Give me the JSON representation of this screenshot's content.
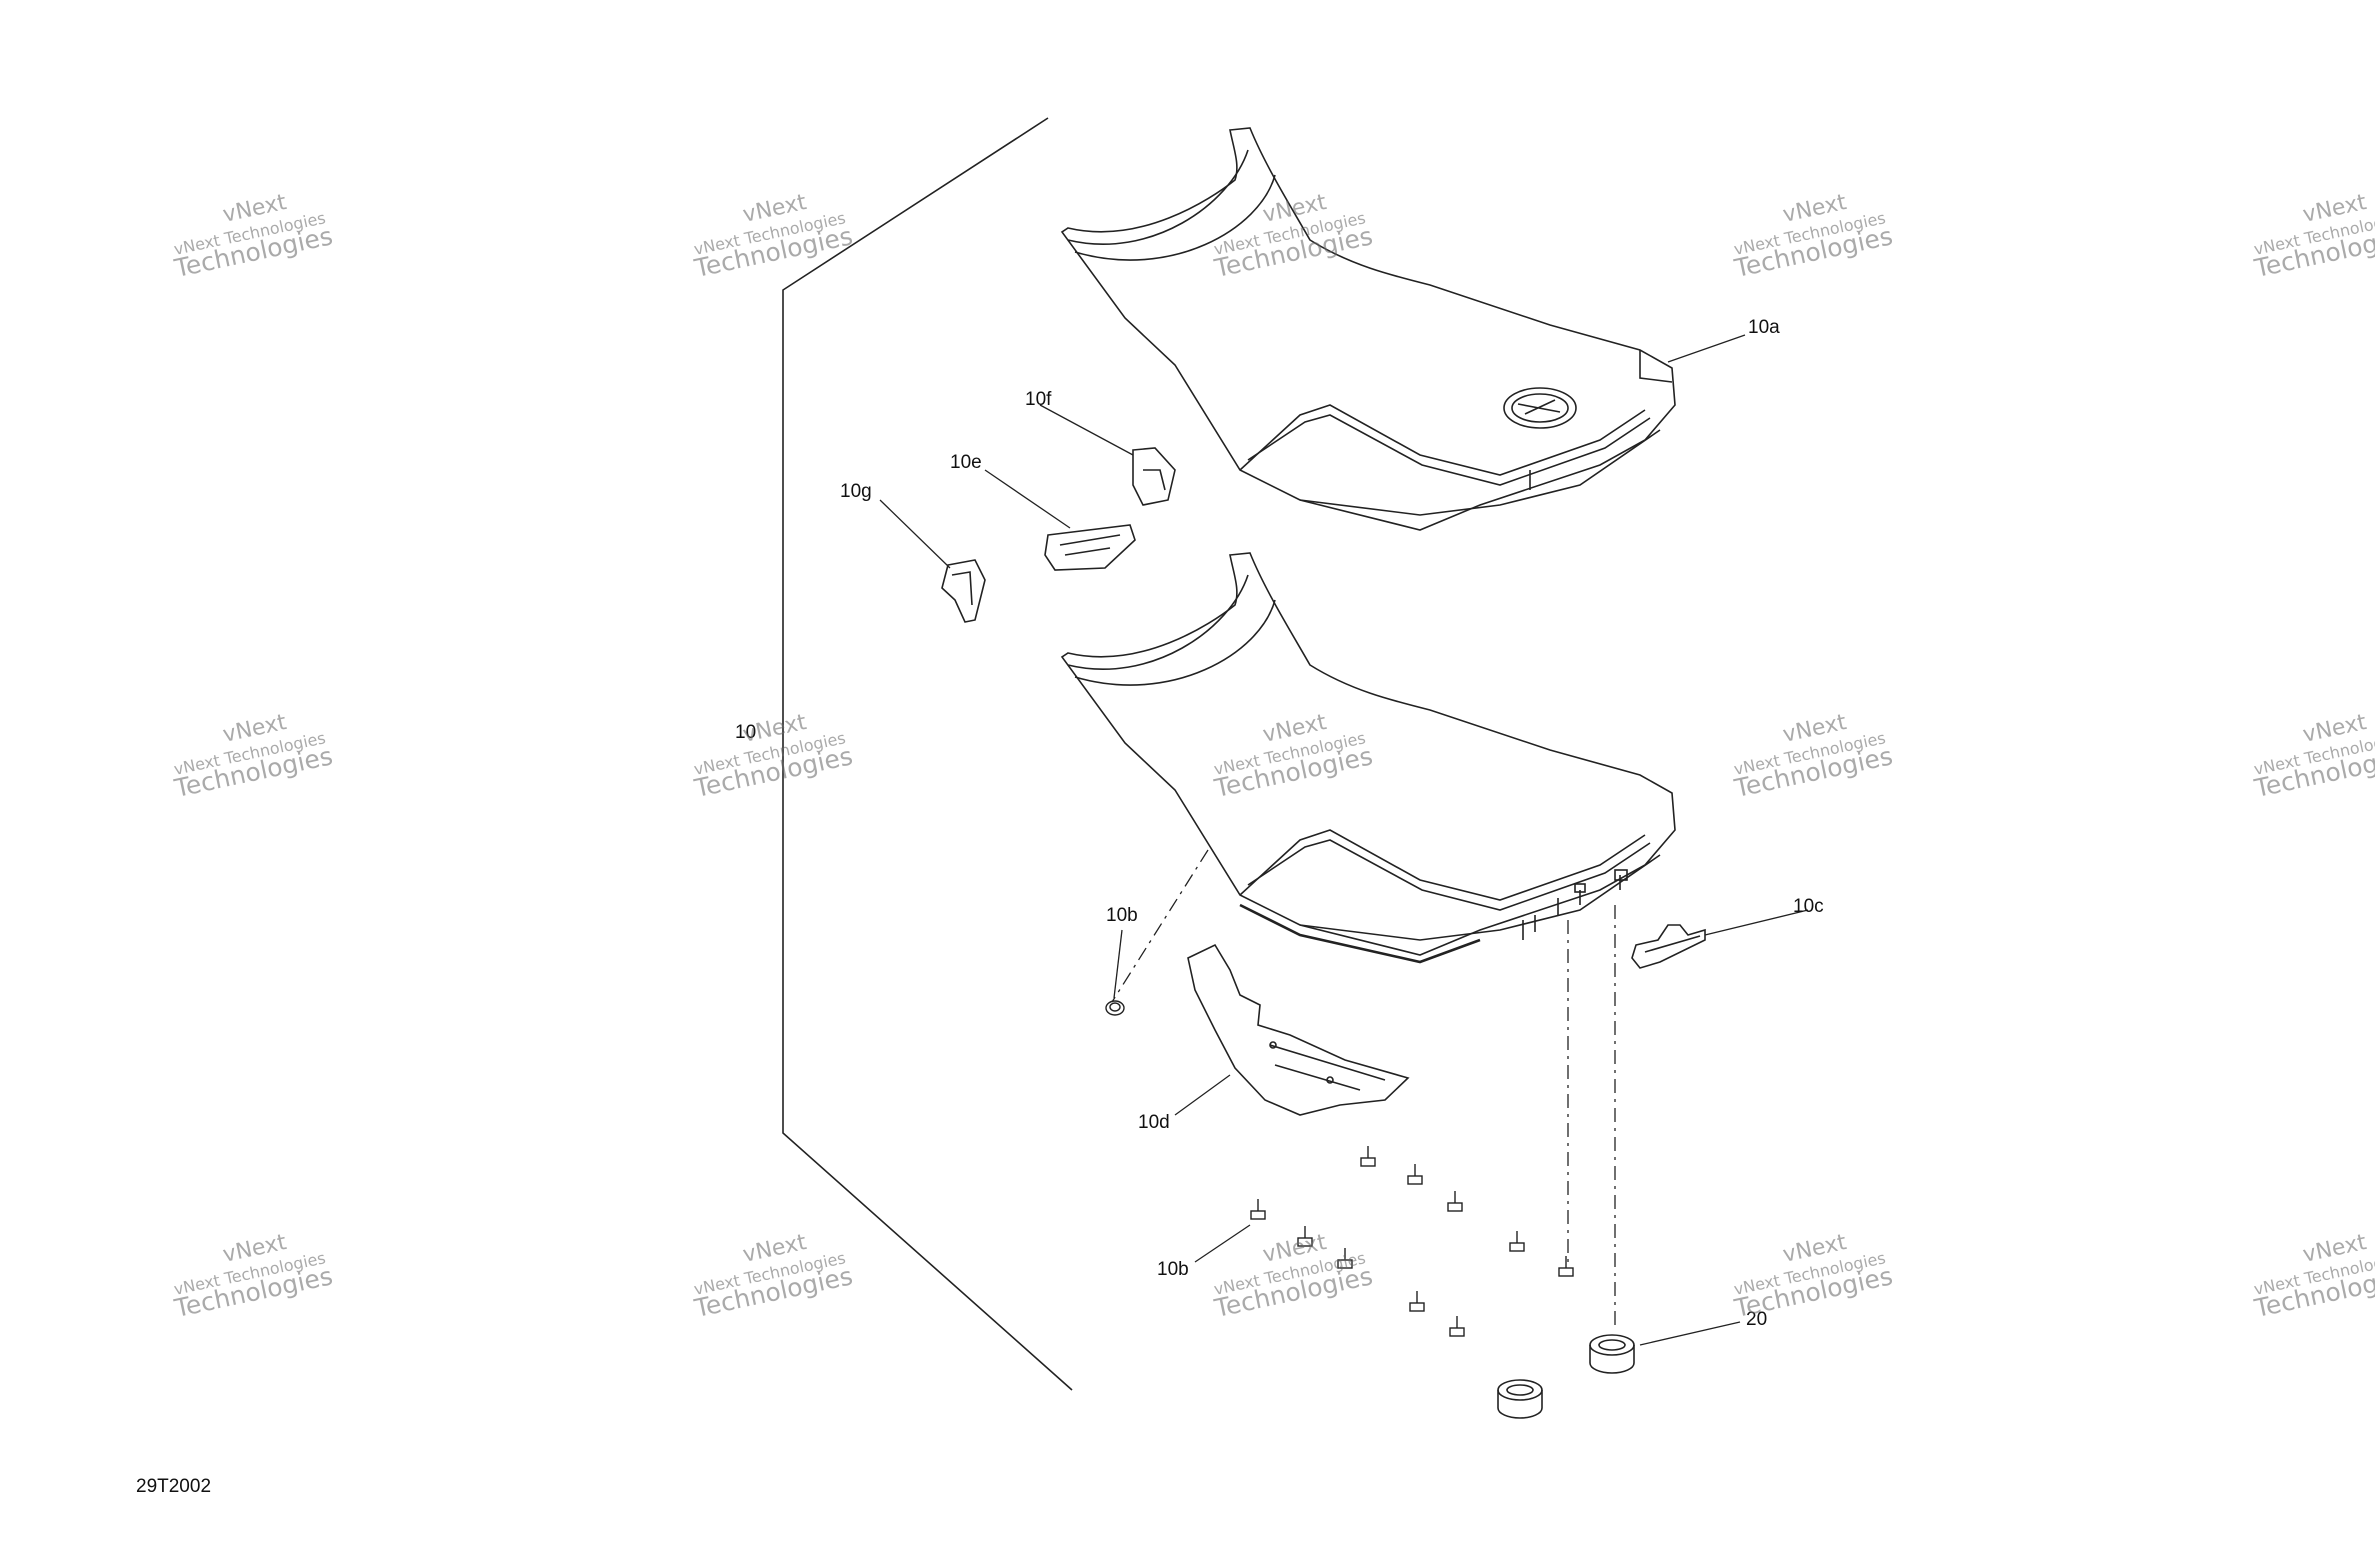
{
  "figure_id": "29T2002",
  "callouts": {
    "c10": "10",
    "c10a": "10a",
    "c10b_top": "10b",
    "c10b_bottom": "10b",
    "c10c": "10c",
    "c10d": "10d",
    "c10e": "10e",
    "c10f": "10f",
    "c10g": "10g",
    "c20": "20"
  },
  "watermark": {
    "line1": "vNext",
    "line2": "vNext Technologies",
    "line3": "Technologies"
  },
  "colors": {
    "line": "#222222",
    "watermark": "#666666",
    "background": "#ffffff"
  },
  "icons": [
    "seat-upper-icon",
    "seat-lower-icon",
    "clip-icon",
    "bracket-icon",
    "heat-shield-icon",
    "grommet-icon",
    "cap-icon"
  ]
}
